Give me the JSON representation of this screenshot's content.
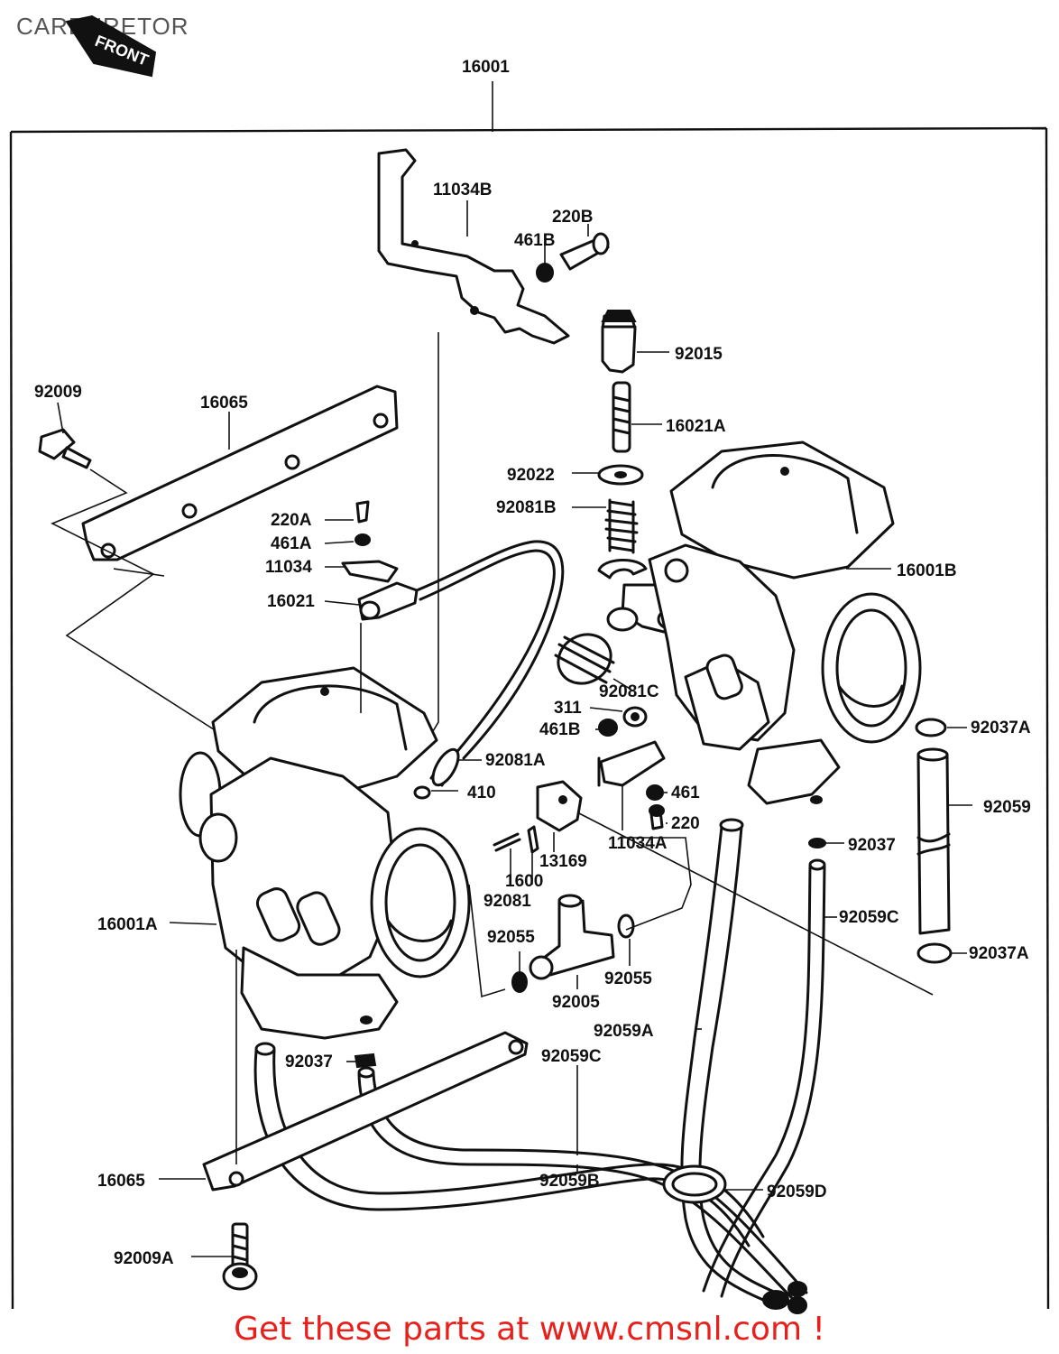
{
  "title": "CARBURETOR",
  "front_badge": "FRONT",
  "footer": "Get these parts at www.cmsnl.com !",
  "labels": [
    {
      "id": "l-16001",
      "text": "16001"
    },
    {
      "id": "l-11034b",
      "text": "11034B"
    },
    {
      "id": "l-220b",
      "text": "220B"
    },
    {
      "id": "l-461b-top",
      "text": "461B"
    },
    {
      "id": "l-92015",
      "text": "92015"
    },
    {
      "id": "l-92009",
      "text": "92009"
    },
    {
      "id": "l-16065-top",
      "text": "16065"
    },
    {
      "id": "l-16021a",
      "text": "16021A"
    },
    {
      "id": "l-92022",
      "text": "92022"
    },
    {
      "id": "l-92081b",
      "text": "92081B"
    },
    {
      "id": "l-220a",
      "text": "220A"
    },
    {
      "id": "l-461a",
      "text": "461A"
    },
    {
      "id": "l-11034",
      "text": "11034"
    },
    {
      "id": "l-16021",
      "text": "16021"
    },
    {
      "id": "l-16001b",
      "text": "16001B"
    },
    {
      "id": "l-92081c",
      "text": "92081C"
    },
    {
      "id": "l-311",
      "text": "311"
    },
    {
      "id": "l-461b-mid",
      "text": "461B"
    },
    {
      "id": "l-92037a-top",
      "text": "92037A"
    },
    {
      "id": "l-92081a",
      "text": "92081A"
    },
    {
      "id": "l-410",
      "text": "410"
    },
    {
      "id": "l-461",
      "text": "461"
    },
    {
      "id": "l-92059",
      "text": "92059"
    },
    {
      "id": "l-220",
      "text": "220"
    },
    {
      "id": "l-11034a",
      "text": "11034A"
    },
    {
      "id": "l-92037-right",
      "text": "92037"
    },
    {
      "id": "l-13169",
      "text": "13169"
    },
    {
      "id": "l-1600",
      "text": "1600"
    },
    {
      "id": "l-92081",
      "text": "92081"
    },
    {
      "id": "l-92059c-right",
      "text": "92059C"
    },
    {
      "id": "l-16001a",
      "text": "16001A"
    },
    {
      "id": "l-92055-left",
      "text": "92055"
    },
    {
      "id": "l-92037a-bot",
      "text": "92037A"
    },
    {
      "id": "l-92055-right",
      "text": "92055"
    },
    {
      "id": "l-92005",
      "text": "92005"
    },
    {
      "id": "l-92059a",
      "text": "92059A"
    },
    {
      "id": "l-92037-left",
      "text": "92037"
    },
    {
      "id": "l-92059c-bot",
      "text": "92059C"
    },
    {
      "id": "l-16065-bot",
      "text": "16065"
    },
    {
      "id": "l-92059b",
      "text": "92059B"
    },
    {
      "id": "l-92059d",
      "text": "92059D"
    },
    {
      "id": "l-92009a",
      "text": "92009A"
    }
  ]
}
